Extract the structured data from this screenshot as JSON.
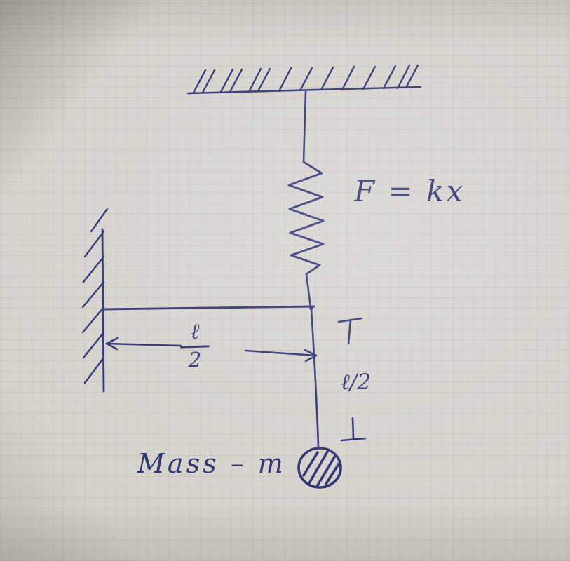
{
  "labels": {
    "spring_force": "F = kx",
    "length_numerator": "ℓ",
    "length_denominator": "2",
    "vertical_length": "ℓ/2",
    "mass": "Mass – m"
  },
  "colors": {
    "ink": "#2b2c6e",
    "paper": "#d5d2cc"
  }
}
